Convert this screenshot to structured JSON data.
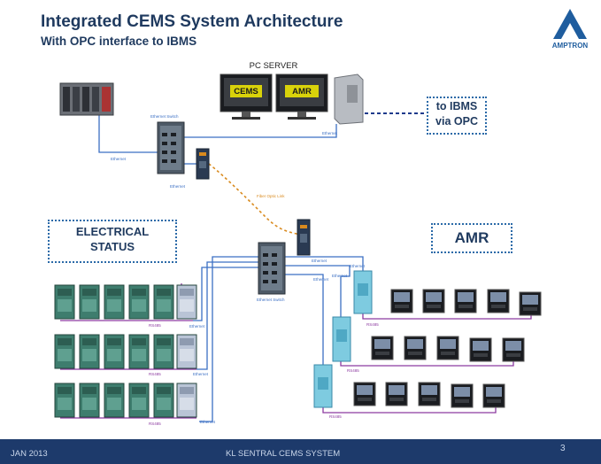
{
  "header": {
    "title": "Integrated CEMS System Architecture",
    "subtitle": "With OPC interface to IBMS"
  },
  "logo": {
    "text": "AMPTRON",
    "color": "#1f5d9e"
  },
  "pc_server": {
    "label": "PC SERVER",
    "monitor1_label": "CEMS",
    "monitor2_label": "AMR"
  },
  "ibms_box": {
    "line1": "to IBMS",
    "line2": "via OPC"
  },
  "electrical_box": {
    "line1": "ELECTRICAL",
    "line2": "STATUS"
  },
  "amr_box": {
    "label": "AMR"
  },
  "labels": {
    "ethernet_switch": "Ethernet Switch",
    "ethernet": "Ethernet",
    "fiber_optic_link": "Fiber Optic Link",
    "rs485": "RS485"
  },
  "colors": {
    "ethernet_cable": "#3b6fc4",
    "fiber_cable": "#d98a1e",
    "rs485_cable": "#8c3aa0",
    "opc_link": "#1d3a8c",
    "footer_bg": "#1d3a6b"
  },
  "footer": {
    "date": "JAN 2013",
    "center": "KL SENTRAL CEMS SYSTEM",
    "page": "3"
  }
}
